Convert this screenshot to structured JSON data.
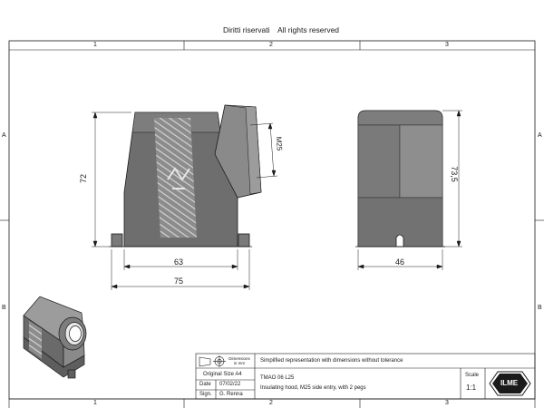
{
  "header": {
    "rights_it": "Diritti riservati",
    "rights_en": "All rights reserved"
  },
  "frame": {
    "col_markers": [
      "1",
      "2",
      "3"
    ],
    "row_markers": [
      "A",
      "B"
    ]
  },
  "dimensions": {
    "height_left": "72",
    "width_inner": "63",
    "width_outer": "75",
    "entry_thread": "M25",
    "height_right": "73,5",
    "width_right": "46"
  },
  "title_block": {
    "symbol_caption": "Dimensions in mm",
    "note": "Simplified representation with dimensions without tolerance",
    "original_size": "Original Size A4",
    "date_label": "Date",
    "date_value": "07/02/22",
    "sign_label": "Sign.",
    "sign_value": "G. Renna",
    "part_code": "TMAO 06 L25",
    "description": "Insulating hood, M25 side entry, with 2 pegs",
    "scale_label": "Scale",
    "scale_value": "1:1",
    "logo_text": "ILME"
  },
  "colors": {
    "line": "#1a1a1a",
    "body_dark": "#6e6e6e",
    "body_mid": "#8c8c8c",
    "body_light": "#a8a8a8",
    "paper": "#ffffff"
  }
}
